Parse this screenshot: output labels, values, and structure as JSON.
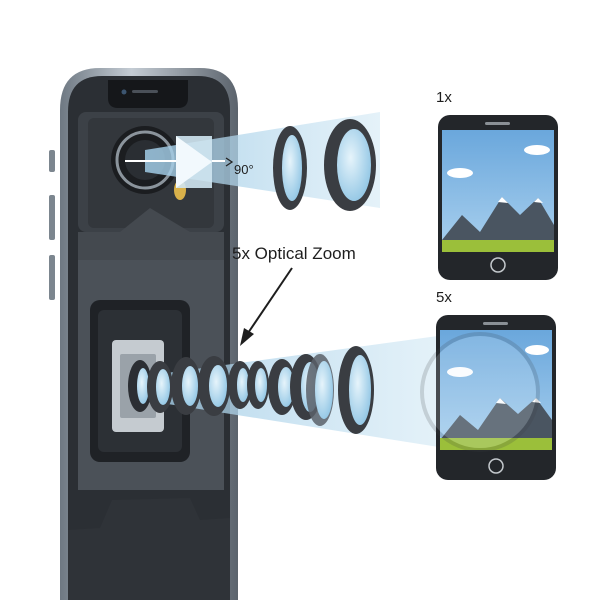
{
  "diagram": {
    "title": "Periscope telephoto camera illustration",
    "labels": {
      "angle": "90°",
      "zoom_callout": "5x Optical Zoom",
      "view_1x": "1x",
      "view_5x": "5x"
    },
    "colors": {
      "phone_body": "#2f3338",
      "phone_frame": "#8f9aa6",
      "beam": "#a9d3ea",
      "sky": "#7fb4e0",
      "grass": "#9bbf3a",
      "mountain": "#4a5561",
      "snow": "#ffffff",
      "lens_ring": "#3a3d42"
    }
  }
}
